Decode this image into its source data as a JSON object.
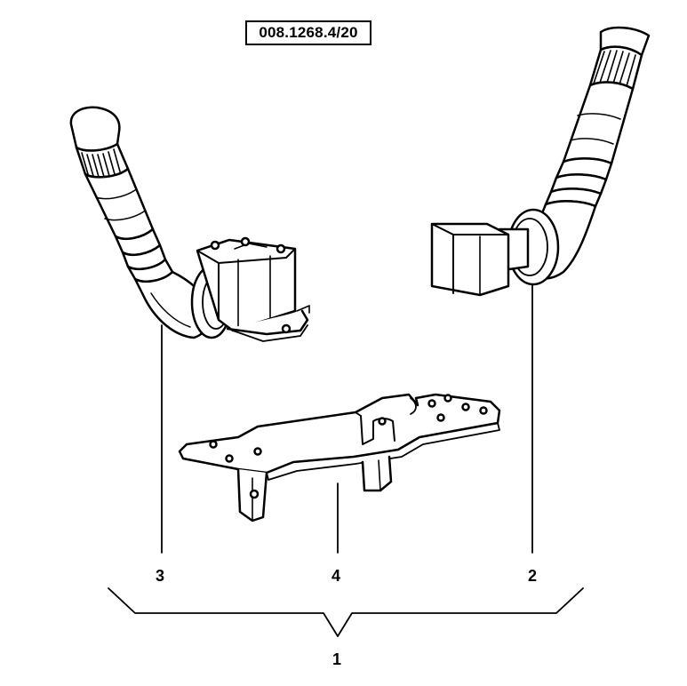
{
  "drawing": {
    "code": "008.1268.4/20",
    "callouts": {
      "assembly": "1",
      "right_switch": "2",
      "left_switch": "3",
      "bracket": "4"
    }
  },
  "colors": {
    "ink": "#000000",
    "paper": "#ffffff"
  }
}
